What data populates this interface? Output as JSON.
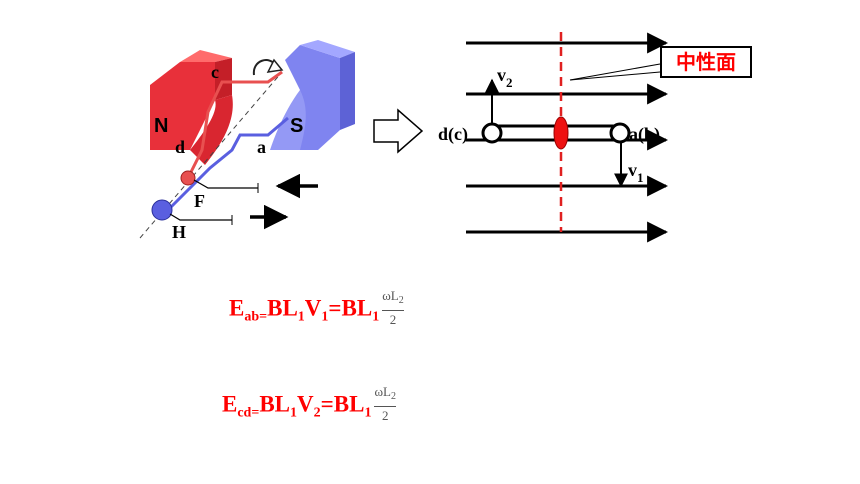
{
  "left_figure": {
    "magnet_north": "N",
    "magnet_south": "S",
    "coil_labels": {
      "c": "c",
      "d": "d",
      "a": "a"
    },
    "ring_labels": {
      "F": "F",
      "H": "H"
    }
  },
  "right_figure": {
    "label_d": "d(c)",
    "label_a": "a(b)",
    "v2": {
      "main": "v",
      "sub": "2"
    },
    "v1": {
      "main": "v",
      "sub": "1"
    },
    "neutral_plane_label": "中性面"
  },
  "formulas": {
    "ab": {
      "lhs_main": "E",
      "lhs_sub": "ab=",
      "t1": "BL",
      "s1": "1",
      "t2": "V",
      "s2": "1",
      "t3": "=BL",
      "s3": "1",
      "num_main": "ωL",
      "num_sub": "2",
      "den": "2"
    },
    "cd": {
      "lhs_main": "E",
      "lhs_sub": "cd=",
      "t1": "BL",
      "s1": "1",
      "t2": "V",
      "s2": "2",
      "t3": "=BL",
      "s3": "1",
      "num_main": "ωL",
      "num_sub": "2",
      "den": "2"
    }
  },
  "colors": {
    "north": "#e8303a",
    "south": "#7f84f0",
    "coil_red": "#e85050",
    "coil_blue": "#5a5fe0",
    "formula": "#ff0000",
    "neutral_line": "#e02020"
  }
}
